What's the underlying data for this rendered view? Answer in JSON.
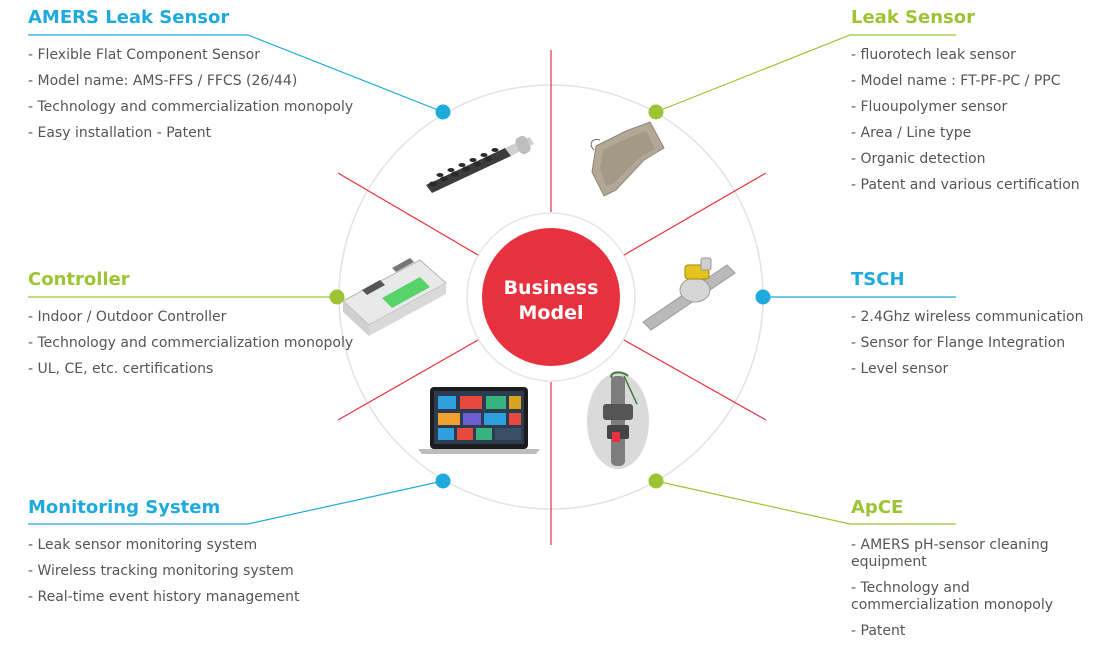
{
  "colors": {
    "blue": "#1eaadc",
    "green": "#9dc434",
    "red": "#e8313e",
    "ring": "#dddddd"
  },
  "hub": {
    "line1": "Business",
    "line2": "Model"
  },
  "sections": {
    "amers": {
      "title": "AMERS Leak Sensor",
      "items": [
        "- Flexible Flat Component Sensor",
        "- Model name: AMS-FFS / FFCS (26/44)",
        "- Technology and commercialization monopoly",
        "- Easy installation - Patent"
      ]
    },
    "leak": {
      "title": "Leak Sensor",
      "items": [
        "- fluorotech leak sensor",
        "- Model name : FT-PF-PC / PPC",
        "- Fluoupolymer sensor",
        "- Area / Line type",
        "- Organic detection",
        "- Patent and various certification"
      ]
    },
    "controller": {
      "title": "Controller",
      "items": [
        "- Indoor / Outdoor Controller",
        "- Technology and commercialization monopoly",
        "- UL, CE, etc. certifications"
      ]
    },
    "tsch": {
      "title": "TSCH",
      "items": [
        "- 2.4Ghz wireless communication",
        "- Sensor for Flange Integration",
        "- Level sensor"
      ]
    },
    "monitoring": {
      "title": "Monitoring System",
      "items": [
        "- Leak sensor monitoring system",
        "- Wireless tracking monitoring system",
        "- Real-time event history management"
      ]
    },
    "apce": {
      "title": "ApCE",
      "items": [
        "- AMERS pH-sensor cleaning equipment",
        "- Technology and commercialization monopoly",
        "- Patent"
      ]
    }
  }
}
